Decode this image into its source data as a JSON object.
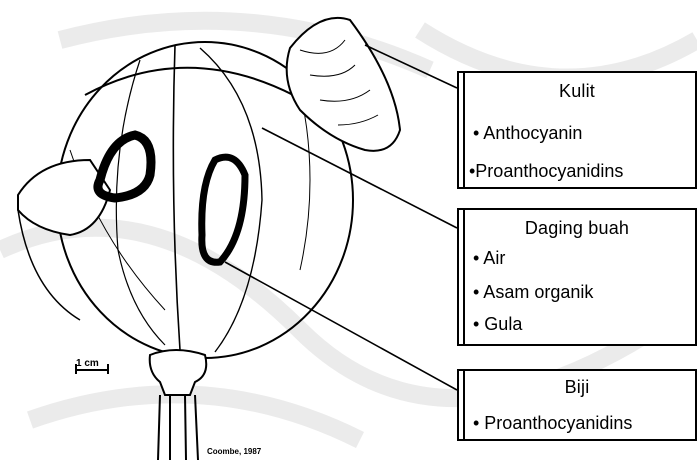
{
  "labels": {
    "kulit": {
      "title": "Kulit",
      "items": [
        "• Anthocyanin",
        "•Proanthocyanidins"
      ]
    },
    "daging_buah": {
      "title": "Daging buah",
      "items": [
        "• Air",
        "• Asam organik",
        "• Gula"
      ]
    },
    "biji": {
      "title": "Biji",
      "items": [
        "• Proanthocyanidins"
      ]
    }
  },
  "scale_bar_label": "1 cm",
  "credit": "Coombe, 1987",
  "colors": {
    "line": "#000000",
    "background": "#ffffff",
    "watermark": "#e6e6e6"
  }
}
